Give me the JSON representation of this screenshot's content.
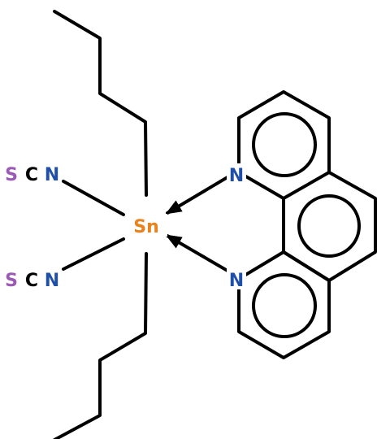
{
  "colors": {
    "bond": "#000000",
    "sn": "#E8821E",
    "n": "#1F4FA8",
    "s": "#9B59B6",
    "c": "#000000"
  },
  "labels": {
    "sn": "Sn",
    "n": "N",
    "s": "S",
    "c": "C"
  },
  "molecule": {
    "center": "Sn",
    "ligands": [
      "butyl",
      "butyl",
      "SCN",
      "SCN",
      "1,10-phenanthroline"
    ],
    "dative_bonds": 2
  }
}
